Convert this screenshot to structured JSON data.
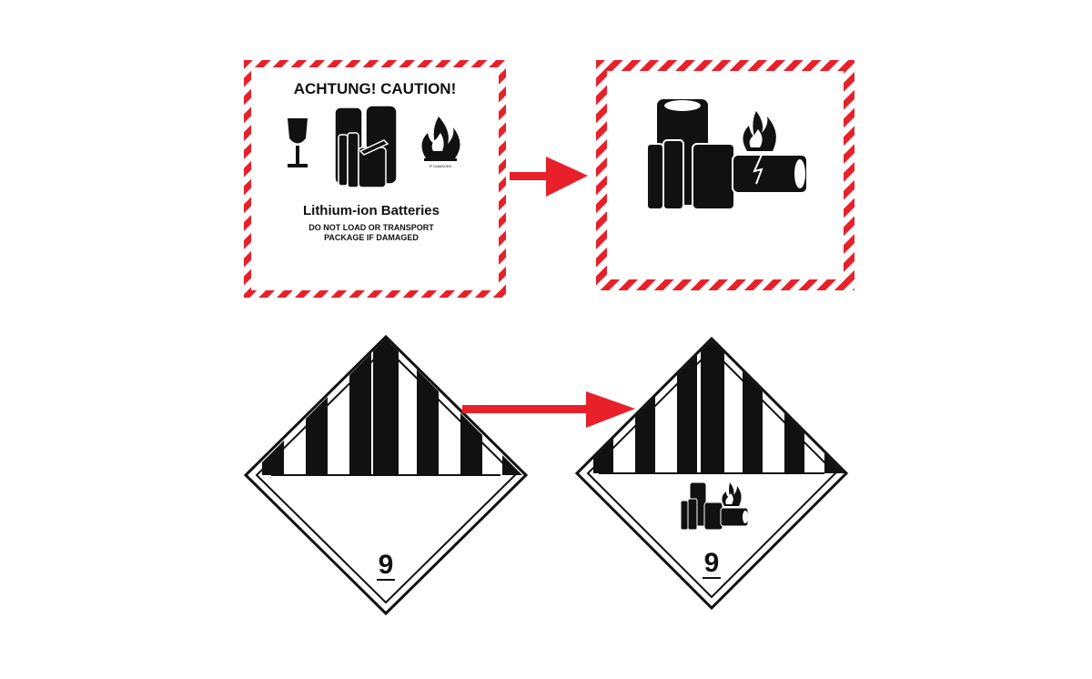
{
  "old_label": {
    "title": "ACHTUNG!  CAUTION!",
    "small_note": "IF DAMAGED",
    "product": "Lithium-ion Batteries",
    "warning_line1": "DO NOT LOAD OR TRANSPORT",
    "warning_line2": "PACKAGE IF DAMAGED"
  },
  "old_diamond": {
    "class_number": "9"
  },
  "new_diamond": {
    "class_number": "9"
  },
  "colors": {
    "hazard_red": "#e8202a",
    "black": "#111111",
    "white": "#ffffff"
  },
  "icons": [
    "fragile-glass-icon",
    "battery-icon",
    "flame-icon",
    "arrow-right-icon"
  ]
}
